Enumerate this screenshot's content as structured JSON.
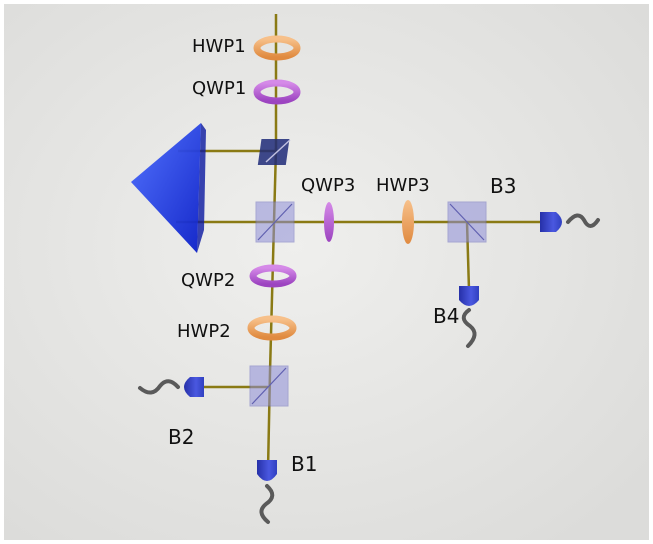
{
  "labels": {
    "hwp1": "HWP1",
    "qwp1": "QWP1",
    "qwp3": "QWP3",
    "hwp3": "HWP3",
    "b3": "B3",
    "b4": "B4",
    "qwp2": "QWP2",
    "hwp2": "HWP2",
    "b2": "B2",
    "b1": "B1"
  },
  "colors": {
    "beam": "#8a7a14",
    "half_wave_plate": "#f0a060",
    "quarter_wave_plate": "#b060d0",
    "beam_splitter": "#8f8fd8",
    "prism": "#1e3cf0",
    "detector": "#3040c8",
    "cable": "#5a5a5a"
  }
}
